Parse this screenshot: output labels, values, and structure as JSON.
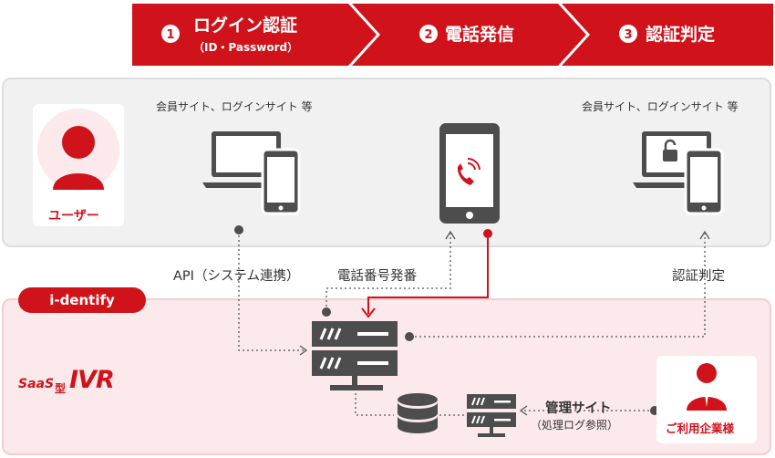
{
  "steps": [
    {
      "number": "1",
      "title": "ログイン認証",
      "subtitle": "（ID・Password）"
    },
    {
      "number": "2",
      "title": "電話発信"
    },
    {
      "number": "3",
      "title": "認証判定"
    }
  ],
  "user_side": {
    "user_label": "ユーザー",
    "site_label_left": "会員サイト、ログインサイト 等",
    "site_label_right": "会員サイト、ログインサイト 等"
  },
  "flow_labels": {
    "api": "API（システム連携）",
    "phone_number_issue": "電話番号発番",
    "auth_judgement": "認証判定",
    "admin_site": "管理サイト",
    "admin_site_sub": "（処理ログ参照）"
  },
  "service": {
    "badge": "i-dentify",
    "saas_prefix": "SaaS",
    "saas_type": "型",
    "saas_product": "IVR"
  },
  "company": {
    "label": "ご利用企業様"
  },
  "colors": {
    "brand_red": "#d0121b",
    "icon_gray": "#4d4d4d",
    "user_panel_bg": "#f1f1f1",
    "company_panel_bg": "#fbe9ec"
  }
}
